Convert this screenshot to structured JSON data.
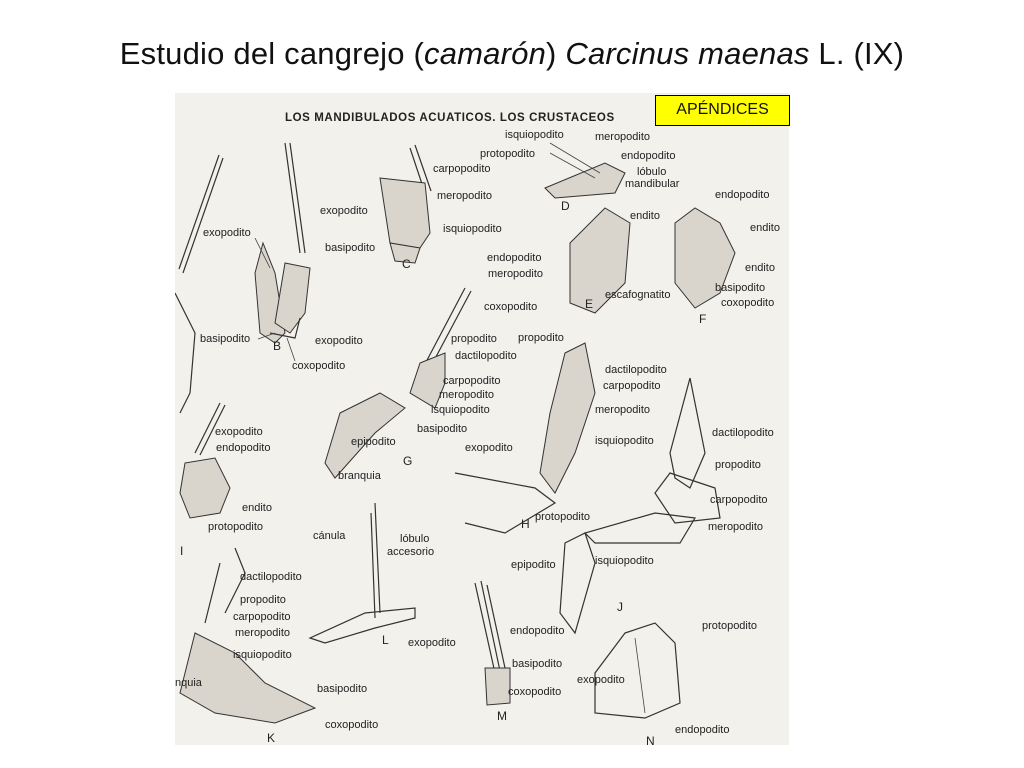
{
  "title": {
    "prefix": "Estudio del cangrejo (",
    "italic_1": "camarón",
    "middle": ") ",
    "italic_2": "Carcinus maenas",
    "suffix": " L. (IX)"
  },
  "badge": {
    "label": "APÉNDICES",
    "color": "#ffff00"
  },
  "figure": {
    "header": "LOS MANDIBULADOS ACUATICOS. LOS CRUSTACEOS",
    "letters": [
      "B",
      "C",
      "D",
      "E",
      "F",
      "G",
      "H",
      "I",
      "J",
      "K",
      "L",
      "M",
      "N"
    ],
    "labels": {
      "exopodito": "exopodito",
      "basipodito": "basipodito",
      "coxopodito": "coxopodito",
      "carpopodito": "carpopodito",
      "meropodito": "meropodito",
      "isquiopodito": "isquiopodito",
      "protopodito": "protopodito",
      "endopodito": "endopodito",
      "lobulo": "lóbulo",
      "mandibular": "mandibular",
      "endito": "endito",
      "escafognatito": "escafognatito",
      "propodito": "propodito",
      "dactilopodito": "dactilopodito",
      "epipodito": "epipodito",
      "branquia": "branquia",
      "branquia_partial": "nquia",
      "canula": "cánula",
      "accesorio": "accesorio"
    }
  }
}
